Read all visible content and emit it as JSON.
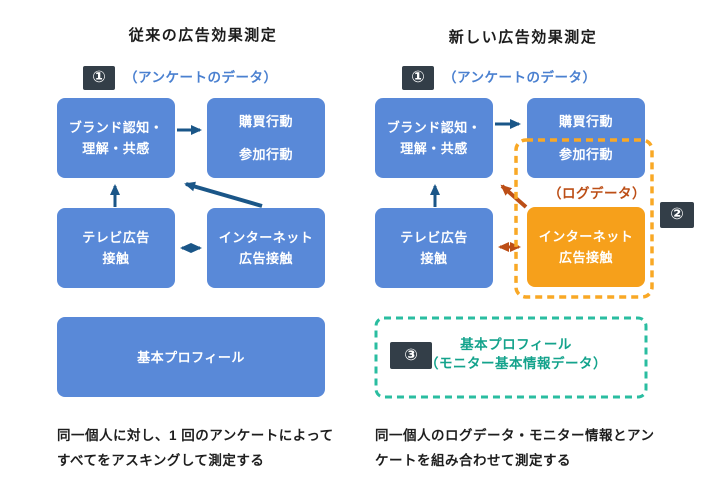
{
  "left": {
    "title": "従来の広告効果測定",
    "badge1": "①",
    "data_label": "（アンケートのデータ）",
    "box_brand_line1": "ブランド認知・",
    "box_brand_line2": "理解・共感",
    "box_action_line1": "購買行動",
    "box_action_line2": "参加行動",
    "box_tv_line1": "テレビ広告",
    "box_tv_line2": "接触",
    "box_net_line1": "インターネット",
    "box_net_line2": "広告接触",
    "box_profile": "基本プロフィール",
    "caption_line1": "同一個人に対し、1 回のアンケートによって",
    "caption_line2": "すべてをアスキングして測定する"
  },
  "right": {
    "title": "新しい広告効果測定",
    "badge1": "①",
    "badge2": "②",
    "badge3": "③",
    "data_label": "（アンケートのデータ）",
    "log_label": "（ログデータ）",
    "box_brand_line1": "ブランド認知・",
    "box_brand_line2": "理解・共感",
    "box_action_line1": "購買行動",
    "box_action_line2": "参加行動",
    "box_tv_line1": "テレビ広告",
    "box_tv_line2": "接触",
    "box_net_line1": "インターネット",
    "box_net_line2": "広告接触",
    "profile_line1": "基本プロフィール",
    "profile_line2": "（モニター基本情報データ）",
    "caption_line1": "同一個人のログデータ・モニター情報とアン",
    "caption_line2": "ケートを組み合わせて測定する"
  },
  "colors": {
    "box_blue": "#5989d8",
    "arrow_blue": "#1a5688",
    "badge_bg": "#333e48",
    "label_blue": "#4a80d0",
    "orange_fill": "#f6a01b",
    "orange_dash": "#f9a825",
    "orange_dark": "#bc4e16",
    "teal_dash": "#2abda0",
    "teal_text": "#14a38c",
    "caption_text": "#1e1e1e"
  }
}
